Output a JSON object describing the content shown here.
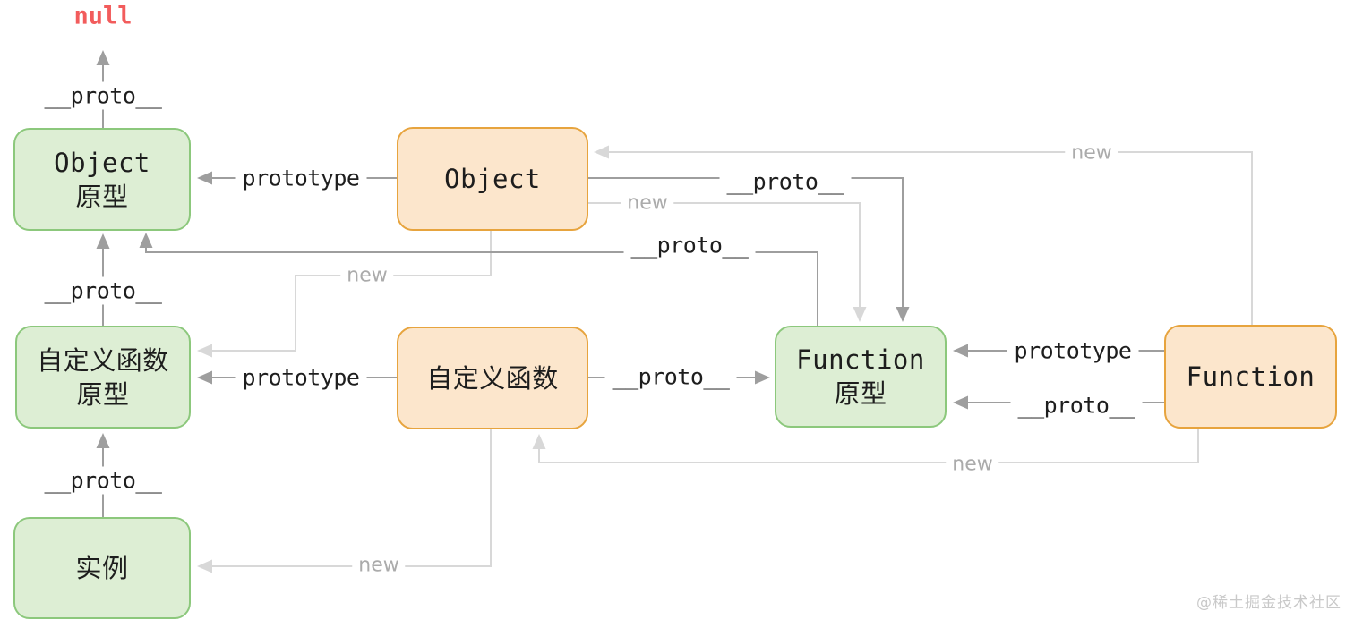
{
  "diagram": {
    "null_label": "null",
    "watermark": "@稀土掘金技术社区",
    "nodes": {
      "object_prototype": {
        "title": "Object",
        "subtitle": "原型"
      },
      "object": {
        "title": "Object"
      },
      "custom_fn_prototype": {
        "title": "自定义函数",
        "subtitle": "原型"
      },
      "custom_fn": {
        "title": "自定义函数"
      },
      "function_prototype": {
        "title": "Function",
        "subtitle": "原型"
      },
      "function": {
        "title": "Function"
      },
      "instance": {
        "title": "实例"
      }
    },
    "labels": {
      "proto_objproto_to_null": "__proto__",
      "proto_customproto_to_objproto": "__proto__",
      "proto_instance_to_customproto": "__proto__",
      "prototype_object": "prototype",
      "prototype_customfn": "prototype",
      "prototype_function": "prototype",
      "proto_object_to_funcproto": "__proto__",
      "proto_funcproto_to_objproto": "__proto__",
      "proto_customfn_to_funcproto": "__proto__",
      "proto_function_to_funcproto": "__proto__",
      "new_function_to_object": "new",
      "new_object_to_funcproto": "new",
      "new_object_to_customproto": "new",
      "new_function_to_customfn": "new",
      "new_customfn_to_instance": "new"
    },
    "colors": {
      "green_fill": "#ddeed4",
      "green_border": "#8cc87c",
      "orange_fill": "#fce6cc",
      "orange_border": "#e7a43e",
      "dark_line": "#9e9e9e",
      "light_line": "#d8d8d8",
      "code_label_text": "#1e1e1e",
      "new_label_text": "#ababab",
      "null_text": "#f25c5c",
      "watermark_text": "#c9c9c9"
    }
  }
}
